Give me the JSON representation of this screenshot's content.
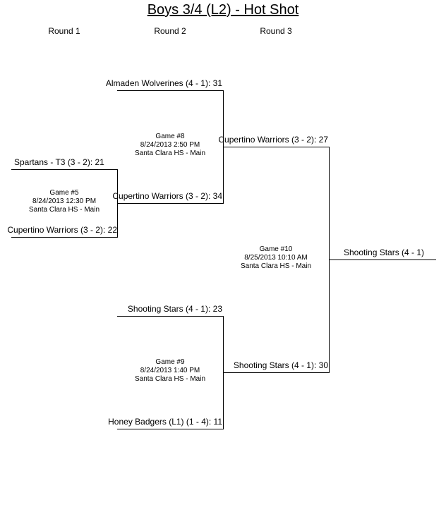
{
  "title": "Boys 3/4 (L2) - Hot Shot",
  "rounds": [
    "Round 1",
    "Round 2",
    "Round 3"
  ],
  "round1": {
    "game5": {
      "team_a": "Spartans - T3 (3 - 2):  21",
      "team_b": "Cupertino Warriors (3 - 2):  22",
      "label": "Game #5",
      "datetime": "8/24/2013 12:30 PM",
      "venue": "Santa Clara HS - Main"
    }
  },
  "round2": {
    "game8": {
      "team_a": "Almaden Wolverines (4 - 1):  31",
      "team_b": "Cupertino Warriors (3 - 2):  34",
      "label": "Game #8",
      "datetime": "8/24/2013 2:50 PM",
      "venue": "Santa Clara HS - Main"
    },
    "game9": {
      "team_a": "Shooting Stars (4 - 1):  23",
      "team_b": "Honey Badgers (L1) (1 - 4):  11",
      "label": "Game #9",
      "datetime": "8/24/2013 1:40 PM",
      "venue": "Santa Clara HS - Main"
    }
  },
  "round3": {
    "game10": {
      "team_a": "Cupertino Warriors (3 - 2):  27",
      "team_b": "Shooting Stars (4 - 1):  30",
      "label": "Game #10",
      "datetime": "8/25/2013 10:10 AM",
      "venue": "Santa Clara HS - Main"
    }
  },
  "champion": "Shooting Stars (4 - 1)",
  "colors": {
    "line": "#000000",
    "background": "#ffffff"
  }
}
